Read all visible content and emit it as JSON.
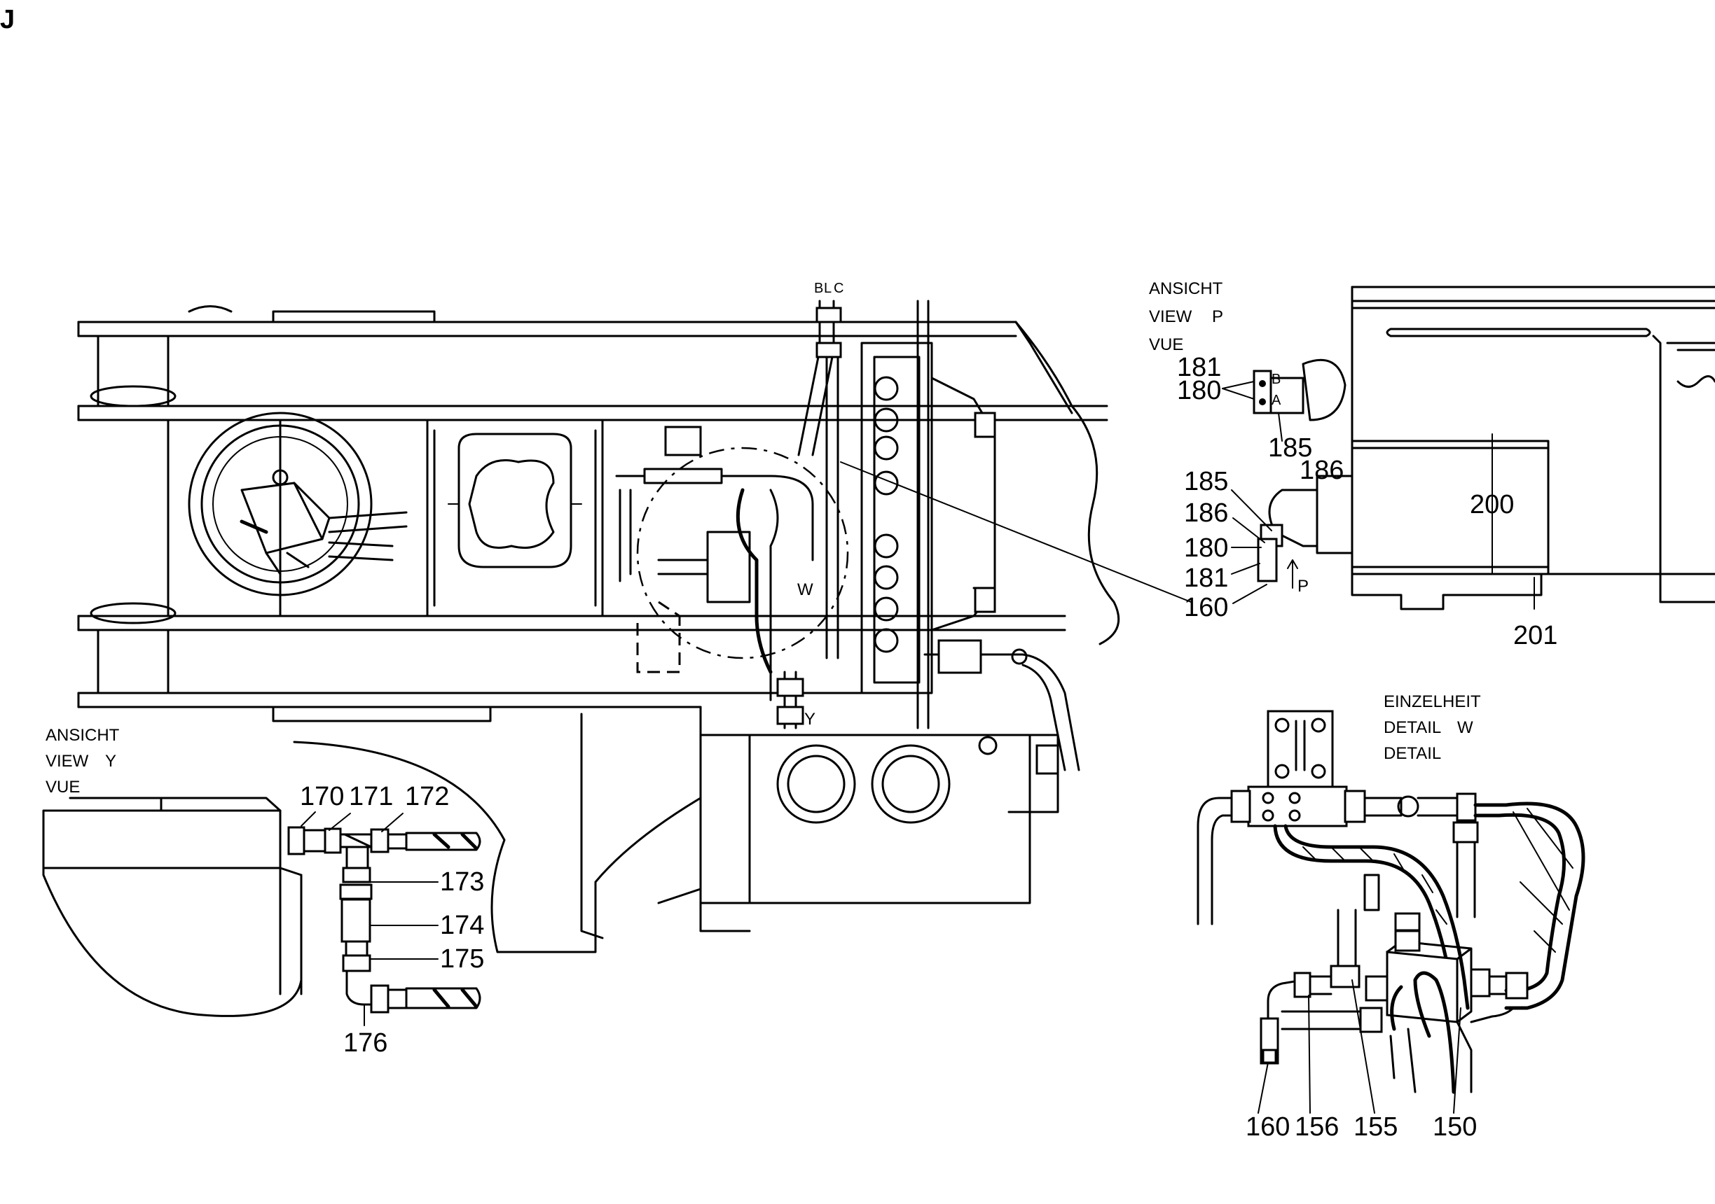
{
  "corner_mark": "J",
  "view_p": {
    "caption": [
      "ANSICHT",
      "VIEW",
      "VUE"
    ],
    "letter": "P",
    "arrow_letter": "P",
    "port_letters": [
      "B",
      "A"
    ],
    "callouts": [
      "181",
      "180",
      "185",
      "186",
      "185",
      "186",
      "180",
      "181",
      "160",
      "200",
      "201"
    ]
  },
  "view_y": {
    "caption": [
      "ANSICHT",
      "VIEW",
      "VUE"
    ],
    "letter": "Y",
    "callouts": [
      "170",
      "171",
      "172",
      "173",
      "174",
      "175",
      "176"
    ]
  },
  "detail_w": {
    "caption": [
      "EINZELHEIT",
      "DETAIL",
      "DETAIL"
    ],
    "letter": "W",
    "callouts": [
      "160",
      "156",
      "155",
      "150"
    ]
  },
  "main_view": {
    "section_letters": [
      "B",
      "L",
      "C"
    ],
    "view_marker_y": "Y",
    "detail_marker_w": "W"
  }
}
